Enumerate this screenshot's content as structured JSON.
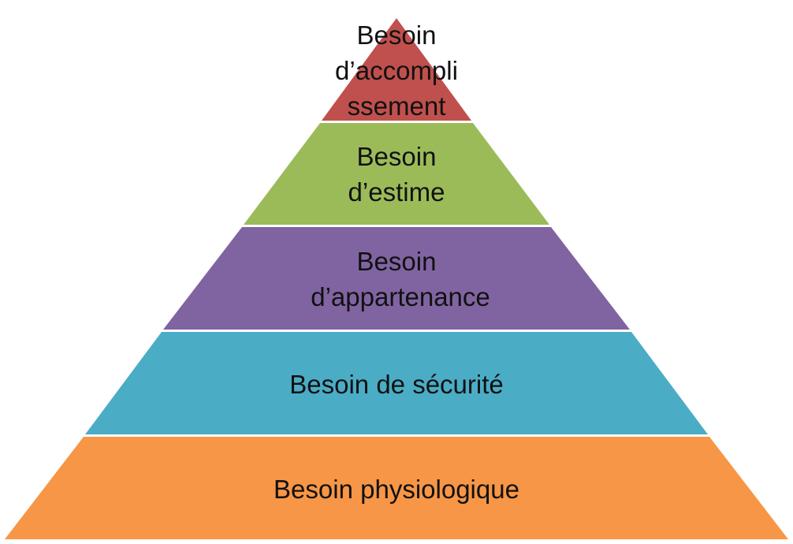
{
  "diagram": {
    "type": "pyramid",
    "tiers": [
      {
        "id": "accomplissement",
        "lines": [
          "Besoin",
          "d’accompli",
          "ssement"
        ],
        "color": "#c0504d"
      },
      {
        "id": "estime",
        "lines": [
          "Besoin",
          "d’estime"
        ],
        "color": "#9bbb59"
      },
      {
        "id": "appartenance",
        "lines": [
          "Besoin",
          "d’appartenance"
        ],
        "color": "#8064a2"
      },
      {
        "id": "securite",
        "lines": [
          "Besoin de sécurité"
        ],
        "color": "#4bacc6"
      },
      {
        "id": "physiologique",
        "lines": [
          "Besoin physiologique"
        ],
        "color": "#f79646"
      }
    ]
  }
}
